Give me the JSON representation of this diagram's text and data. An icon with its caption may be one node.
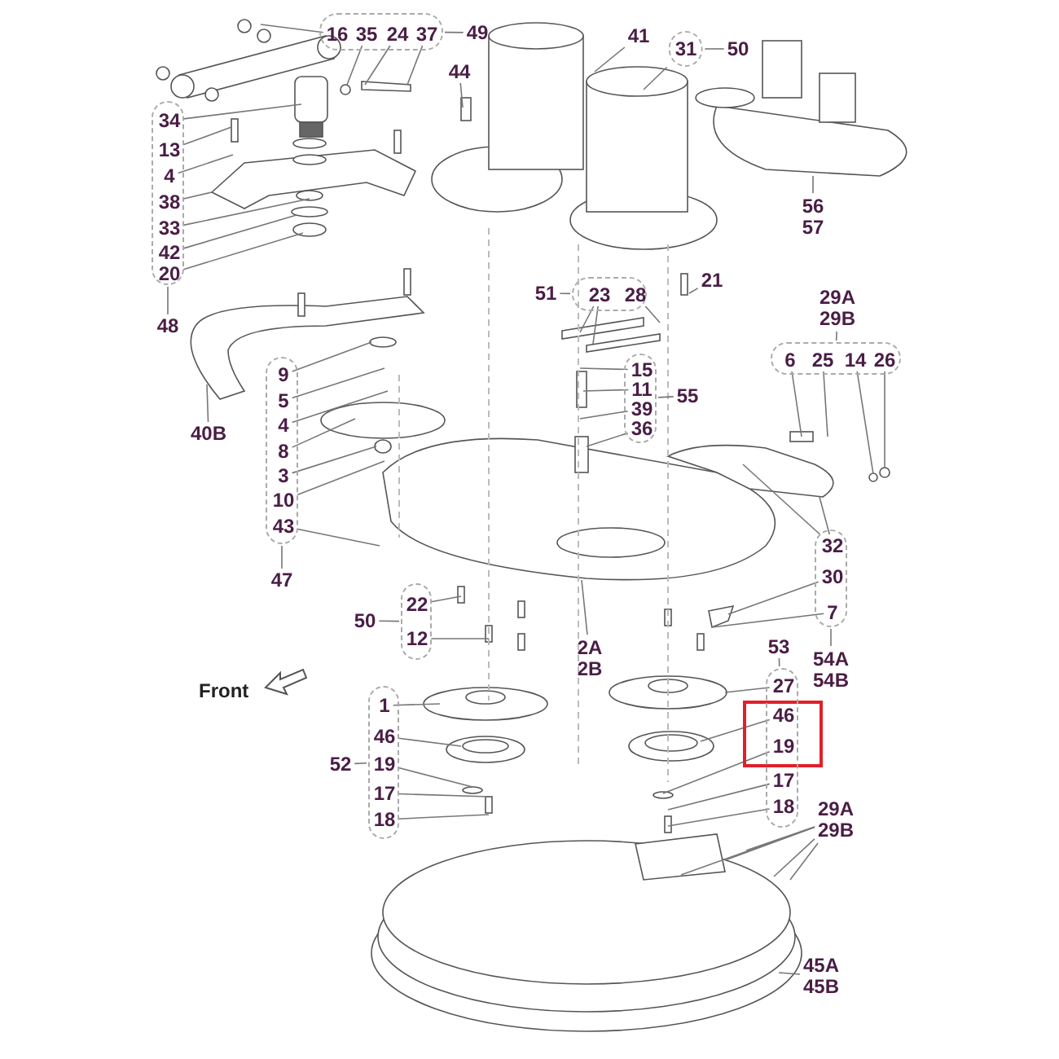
{
  "diagram": {
    "nodes": [
      {
        "text": [],
        "shape": "box"
      },
      {
        "text": [
          "16"
        ],
        "in": 0
      },
      {
        "text": [
          "35"
        ],
        "in": 0
      },
      {
        "text": [
          "24"
        ],
        "in": 0
      },
      {
        "text": [
          "37"
        ],
        "in": 0
      },
      {
        "text": [
          "49"
        ]
      },
      {
        "text": [],
        "shape": "box"
      },
      {
        "text": [
          "34"
        ],
        "in": 6
      },
      {
        "text": [
          "13"
        ],
        "in": 6
      },
      {
        "text": [
          "4"
        ],
        "in": 6
      },
      {
        "text": [
          "38"
        ],
        "in": 6
      },
      {
        "text": [
          "33"
        ],
        "in": 6
      },
      {
        "text": [
          "42"
        ],
        "in": 6
      },
      {
        "text": [
          "20"
        ],
        "in": 6
      },
      {
        "text": [
          "48"
        ]
      },
      {
        "text": [
          "44"
        ]
      },
      {
        "text": [
          "41"
        ]
      },
      {
        "text": [
          "31"
        ]
      },
      {
        "text": [
          "50"
        ]
      },
      {
        "text": [
          "56",
          "57"
        ]
      },
      {
        "text": [
          "51"
        ]
      },
      {
        "text": [],
        "shape": "box"
      },
      {
        "text": [
          "23"
        ],
        "in": 21
      },
      {
        "text": [
          "28"
        ],
        "in": 21
      },
      {
        "text": [
          "21"
        ]
      },
      {
        "text": [
          "29A",
          "29B"
        ]
      },
      {
        "text": [],
        "shape": "box"
      },
      {
        "text": [
          "6"
        ],
        "in": 26
      },
      {
        "text": [
          "25"
        ],
        "in": 26
      },
      {
        "text": [
          "14"
        ],
        "in": 26
      },
      {
        "text": [
          "26"
        ],
        "in": 26
      },
      {
        "text": [
          "40B"
        ]
      },
      {
        "text": [],
        "shape": "box"
      },
      {
        "text": [
          "9"
        ],
        "in": 32
      },
      {
        "text": [
          "5"
        ],
        "in": 32
      },
      {
        "text": [
          "4"
        ],
        "in": 32
      },
      {
        "text": [
          "8"
        ],
        "in": 32
      },
      {
        "text": [
          "3"
        ],
        "in": 32
      },
      {
        "text": [
          "10"
        ],
        "in": 32
      },
      {
        "text": [
          "43"
        ],
        "in": 32
      },
      {
        "text": [
          "47"
        ]
      },
      {
        "text": [],
        "shape": "box"
      },
      {
        "text": [
          "15"
        ],
        "in": 41
      },
      {
        "text": [
          "11"
        ],
        "in": 41
      },
      {
        "text": [
          "39"
        ],
        "in": 41
      },
      {
        "text": [
          "36"
        ],
        "in": 41
      },
      {
        "text": [
          "55"
        ]
      },
      {
        "text": [],
        "shape": "box"
      },
      {
        "text": [
          "32"
        ],
        "in": 47
      },
      {
        "text": [
          "30"
        ],
        "in": 47
      },
      {
        "text": [
          "7"
        ],
        "in": 47
      },
      {
        "text": [
          "54A",
          "54B"
        ]
      },
      {
        "text": [],
        "shape": "box"
      },
      {
        "text": [
          "22"
        ],
        "in": 52
      },
      {
        "text": [
          "12"
        ],
        "in": 52
      },
      {
        "text": [
          "50"
        ]
      },
      {
        "text": [
          "2A",
          "2B"
        ]
      },
      {
        "text": [],
        "shape": "box"
      },
      {
        "text": [
          "1"
        ],
        "in": 57
      },
      {
        "text": [
          "46"
        ],
        "in": 57
      },
      {
        "text": [
          "19"
        ],
        "in": 57
      },
      {
        "text": [
          "17"
        ],
        "in": 57
      },
      {
        "text": [
          "18"
        ],
        "in": 57
      },
      {
        "text": [
          "52"
        ]
      },
      {
        "text": [
          "53"
        ]
      },
      {
        "text": [],
        "shape": "box"
      },
      {
        "text": [
          "27"
        ],
        "in": 65
      },
      {
        "text": [
          "46"
        ],
        "in": 65
      },
      {
        "text": [
          "19"
        ],
        "in": 65
      },
      {
        "text": [
          "17"
        ],
        "in": 65
      },
      {
        "text": [
          "18"
        ],
        "in": 65
      },
      {
        "text": [
          "29A",
          "29B"
        ]
      },
      {
        "text": [
          "45A",
          "45B"
        ]
      }
    ],
    "edges": [
      {
        "from": 1,
        "to": null,
        "arrow": "none"
      },
      {
        "from": 2,
        "to": null,
        "arrow": "none"
      },
      {
        "from": 3,
        "to": null,
        "arrow": "none"
      },
      {
        "from": 4,
        "to": null,
        "arrow": "none"
      },
      {
        "from": 0,
        "to": 5,
        "arrow": "none"
      },
      {
        "from": 7,
        "to": null,
        "arrow": "none"
      },
      {
        "from": 8,
        "to": null,
        "arrow": "none"
      },
      {
        "from": 9,
        "to": null,
        "arrow": "none"
      },
      {
        "from": 10,
        "to": null,
        "arrow": "none"
      },
      {
        "from": 11,
        "to": null,
        "arrow": "none"
      },
      {
        "from": 12,
        "to": null,
        "arrow": "none"
      },
      {
        "from": 13,
        "to": null,
        "arrow": "none"
      },
      {
        "from": 6,
        "to": 14,
        "arrow": "none"
      },
      {
        "from": 15,
        "to": null,
        "arrow": "none"
      },
      {
        "from": 16,
        "to": null,
        "arrow": "none"
      },
      {
        "from": 17,
        "to": null,
        "arrow": "none"
      },
      {
        "from": 17,
        "to": 18,
        "arrow": "none"
      },
      {
        "from": 19,
        "to": null,
        "arrow": "none"
      },
      {
        "from": 20,
        "to": 21,
        "arrow": "none"
      },
      {
        "from": 22,
        "to": null,
        "arrow": "none"
      },
      {
        "from": 22,
        "to": null,
        "arrow": "none"
      },
      {
        "from": 23,
        "to": null,
        "arrow": "none"
      },
      {
        "from": 24,
        "to": null,
        "arrow": "none"
      },
      {
        "from": 25,
        "to": 26,
        "arrow": "none"
      },
      {
        "from": 27,
        "to": null,
        "arrow": "none"
      },
      {
        "from": 28,
        "to": null,
        "arrow": "none"
      },
      {
        "from": 29,
        "to": null,
        "arrow": "none"
      },
      {
        "from": 30,
        "to": null,
        "arrow": "none"
      },
      {
        "from": 31,
        "to": null,
        "arrow": "none"
      },
      {
        "from": 33,
        "to": null,
        "arrow": "none"
      },
      {
        "from": 34,
        "to": null,
        "arrow": "none"
      },
      {
        "from": 35,
        "to": null,
        "arrow": "none"
      },
      {
        "from": 36,
        "to": null,
        "arrow": "none"
      },
      {
        "from": 37,
        "to": null,
        "arrow": "none"
      },
      {
        "from": 38,
        "to": null,
        "arrow": "none"
      },
      {
        "from": 39,
        "to": null,
        "arrow": "none"
      },
      {
        "from": 32,
        "to": 40,
        "arrow": "none"
      },
      {
        "from": 42,
        "to": null,
        "arrow": "none"
      },
      {
        "from": 43,
        "to": null,
        "arrow": "none"
      },
      {
        "from": 44,
        "to": null,
        "arrow": "none"
      },
      {
        "from": 45,
        "to": null,
        "arrow": "none"
      },
      {
        "from": 41,
        "to": 46,
        "arrow": "none"
      },
      {
        "from": 48,
        "to": null,
        "arrow": "none"
      },
      {
        "from": 48,
        "to": null,
        "arrow": "none"
      },
      {
        "from": 49,
        "to": null,
        "arrow": "none"
      },
      {
        "from": 50,
        "to": null,
        "arrow": "none"
      },
      {
        "from": 47,
        "to": 51,
        "arrow": "none"
      },
      {
        "from": 53,
        "to": null,
        "arrow": "none"
      },
      {
        "from": 54,
        "to": null,
        "arrow": "none"
      },
      {
        "from": 55,
        "to": 52,
        "arrow": "none"
      },
      {
        "from": 56,
        "to": null,
        "arrow": "none"
      },
      {
        "from": 63,
        "to": 57,
        "arrow": "none"
      },
      {
        "from": 58,
        "to": null,
        "arrow": "none"
      },
      {
        "from": 59,
        "to": null,
        "arrow": "none"
      },
      {
        "from": 60,
        "to": null,
        "arrow": "none"
      },
      {
        "from": 61,
        "to": null,
        "arrow": "none"
      },
      {
        "from": 62,
        "to": null,
        "arrow": "none"
      },
      {
        "from": 64,
        "to": 65,
        "arrow": "none"
      },
      {
        "from": 66,
        "to": null,
        "arrow": "none"
      },
      {
        "from": 67,
        "to": null,
        "arrow": "none"
      },
      {
        "from": 68,
        "to": null,
        "arrow": "none"
      },
      {
        "from": 69,
        "to": null,
        "arrow": "none"
      },
      {
        "from": 70,
        "to": null,
        "arrow": "none"
      },
      {
        "from": 71,
        "to": null,
        "arrow": "none"
      },
      {
        "from": 71,
        "to": null,
        "arrow": "none"
      },
      {
        "from": 71,
        "to": null,
        "arrow": "none"
      },
      {
        "from": 71,
        "to": null,
        "arrow": "none"
      },
      {
        "from": 71,
        "to": null,
        "arrow": "none"
      },
      {
        "from": 72,
        "to": null,
        "arrow": "none"
      }
    ],
    "labels": [
      "Front"
    ]
  }
}
